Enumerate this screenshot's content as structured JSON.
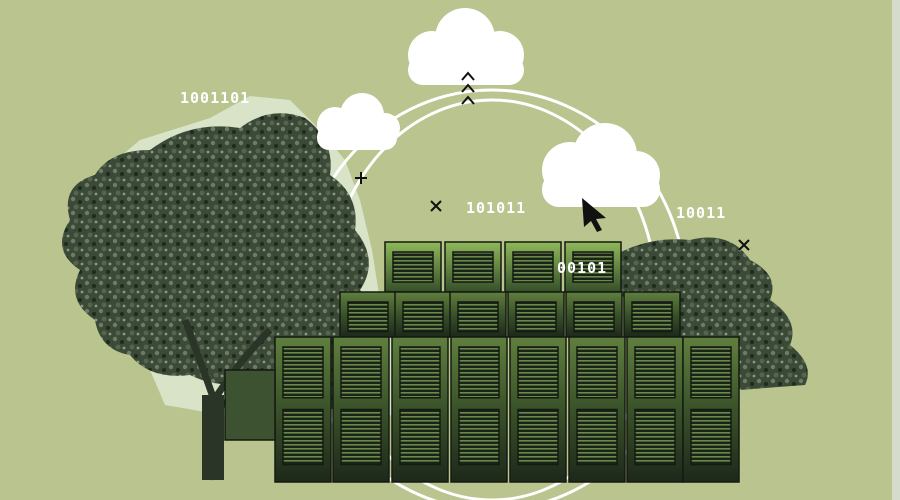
{
  "binary_labels": [
    "1001101",
    "101011",
    "10011",
    "00101"
  ],
  "symbols": {
    "plus": "+",
    "cross": "×",
    "upload_arrows": "^"
  },
  "colors": {
    "background": "#b9c48e",
    "tree_dark": "#2e3a2b",
    "tree_light": "#d8e3c8",
    "server_dark": "#1f2a1c",
    "server_mid": "#4a6b32",
    "server_glow": "#7fa84a",
    "orbit": "#ffffff",
    "cloud": "#ffffff"
  },
  "icons": [
    "cloud-icon",
    "mouse-cursor-icon",
    "up-arrows-icon",
    "plus-icon",
    "cross-icon"
  ]
}
